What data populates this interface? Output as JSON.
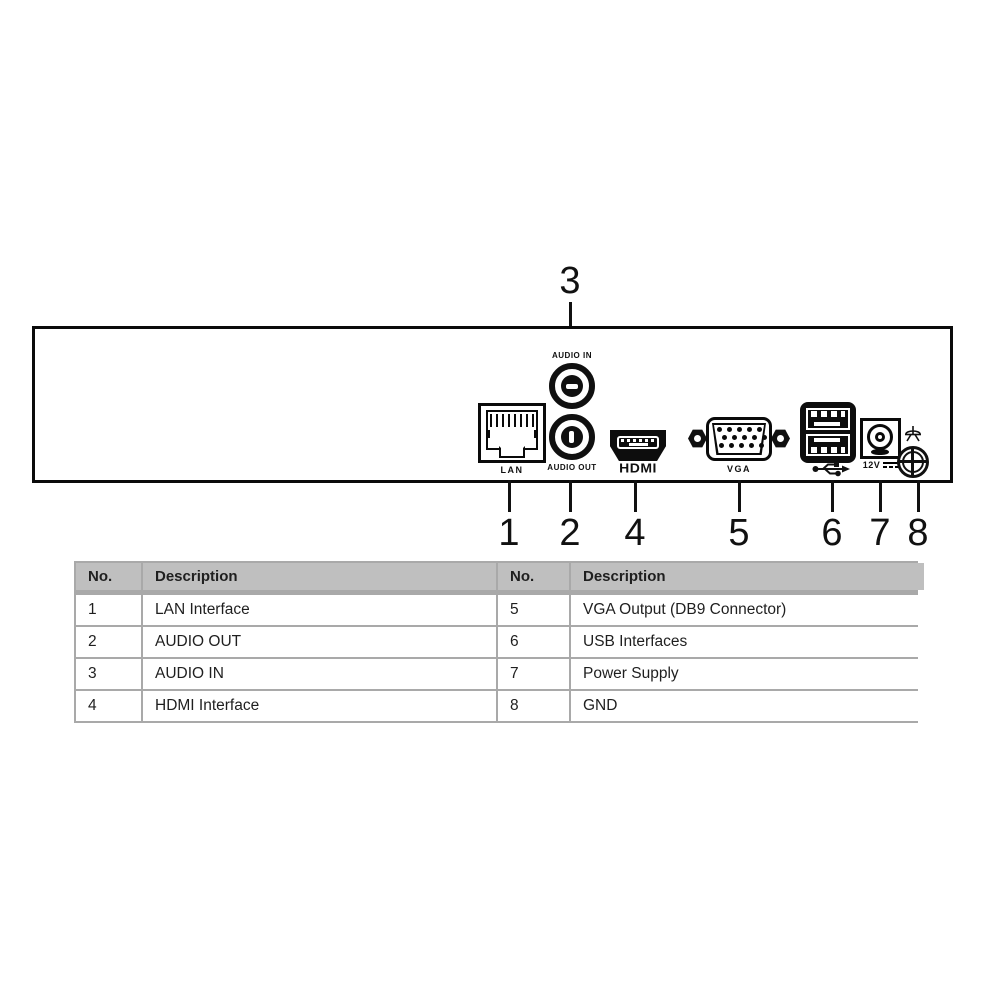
{
  "diagram": {
    "top_callout": "3",
    "bottom_callouts": [
      "1",
      "2",
      "4",
      "5",
      "6",
      "7",
      "8"
    ],
    "labels": {
      "lan": "LAN",
      "audio_in": "AUDIO IN",
      "audio_out": "AUDIO OUT",
      "hdmi": "HDMI",
      "vga": "VGA",
      "power": "12V"
    },
    "icons": {
      "usb": "usb-trident-icon",
      "ground": "earth-ground-icon",
      "dc": "dc-voltage-symbol"
    }
  },
  "table": {
    "left": {
      "header": {
        "no": "No.",
        "description": "Description"
      },
      "rows": [
        {
          "no": "1",
          "description": "LAN Interface"
        },
        {
          "no": "2",
          "description": "AUDIO OUT"
        },
        {
          "no": "3",
          "description": "AUDIO IN"
        },
        {
          "no": "4",
          "description": "HDMI Interface"
        }
      ]
    },
    "right": {
      "header": {
        "no": "No.",
        "description": "Description"
      },
      "rows": [
        {
          "no": "5",
          "description": "VGA Output (DB9 Connector)"
        },
        {
          "no": "6",
          "description": "USB Interfaces"
        },
        {
          "no": "7",
          "description": "Power Supply"
        },
        {
          "no": "8",
          "description": "GND"
        }
      ]
    }
  },
  "colors": {
    "line": "#111111",
    "table_header_bg": "#bfbfbf",
    "table_border": "#a9a9a9",
    "text": "#1f1f1f"
  }
}
